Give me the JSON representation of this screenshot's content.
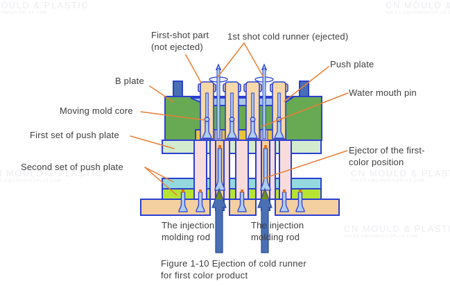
{
  "figure": {
    "caption_line1": "Figure 1-10 Ejection of cold runner",
    "caption_line2": "for first color product"
  },
  "labels": {
    "first_shot_part_line1": "First-shot part",
    "first_shot_part_line2": "(not ejected)",
    "cold_runner": "1st shot cold runner (ejected)",
    "push_plate": "Push plate",
    "b_plate": "B plate",
    "water_mouth_pin": "Water mouth pin",
    "moving_mold_core": "Moving mold core",
    "first_push_plate": "First set of push plate",
    "second_push_plate": "Second set of push plate",
    "ejector_line1": "Ejector of the first-",
    "ejector_line2": "color position",
    "injection_rod_line1": "The injection",
    "injection_rod_line2": "molding rod"
  },
  "watermark": {
    "brand": "CN MOULD & PLASTIC",
    "contact": "SALES.A@CNMOULDPLAS.COM"
  },
  "colors": {
    "outline_blue": "#2b3fd1",
    "b_plate_green": "#68a954",
    "steel_blue": "#4a70b4",
    "push_plate_band": "#a9c6e8",
    "tower_tan": "#f7d8a9",
    "bottom_plate_tan": "#f4cfa0",
    "insert_yellow": "#e9c43b",
    "slot_lavender": "#c5bede",
    "first_push_plate_mint": "#d3ebcf",
    "column_pink": "#f8dcdc",
    "second_push_plate_cyan": "#93d9de",
    "second_push_plate_lime": "#b7e333",
    "pin_light_blue": "#aecdf0",
    "pin_tip_orange": "#e2711d",
    "leader_orange": "#e87f35",
    "arrow_olive": "#6f8f1f",
    "text": "#3c3c3c"
  }
}
